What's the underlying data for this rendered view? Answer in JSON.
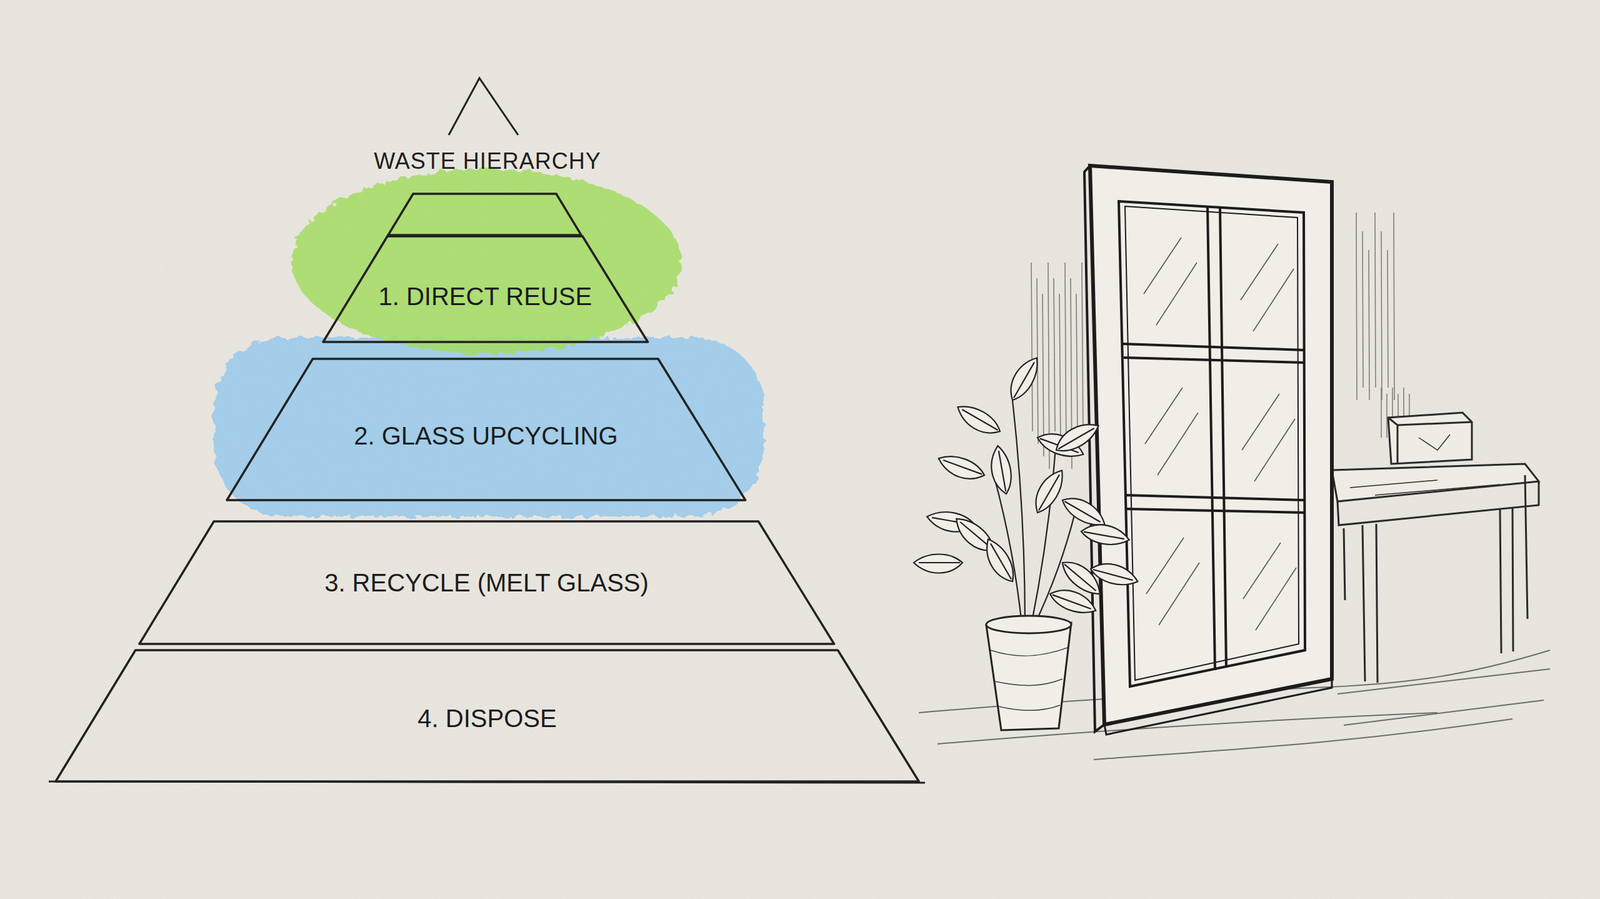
{
  "diagram": {
    "title": "WASTE HIERARCHY",
    "nodes": [
      {
        "text": [
          "1. DIRECT REUSE"
        ]
      },
      {
        "text": [
          "2. GLASS UPCYCLING"
        ]
      },
      {
        "text": [
          "3. RECYCLE (MELT GLASS)"
        ]
      },
      {
        "text": [
          "4. DISPOSE"
        ]
      }
    ]
  }
}
